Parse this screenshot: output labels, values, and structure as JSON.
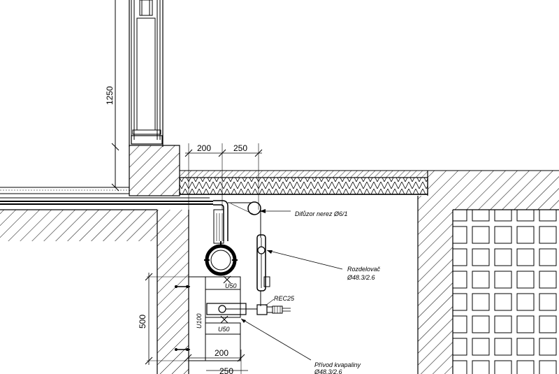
{
  "dimensions": {
    "wall_height": "1250",
    "top_offset_1": "200",
    "top_offset_2": "250",
    "vertical_500": "500",
    "bottom_offset_1": "200",
    "bottom_offset_2": "250"
  },
  "profiles": {
    "u50_top": "U50",
    "u50_bottom": "U50",
    "u100": "U100",
    "rec25": "REC25"
  },
  "callouts": {
    "diffuser": "Difůzor nerez Ø6/1",
    "distributor_line1": "Rozdelovač",
    "distributor_line2": "Ø48.3/2.6",
    "supply_line1": "Přívod kvapaliny",
    "supply_line2": "Ø48.3/2.6"
  }
}
